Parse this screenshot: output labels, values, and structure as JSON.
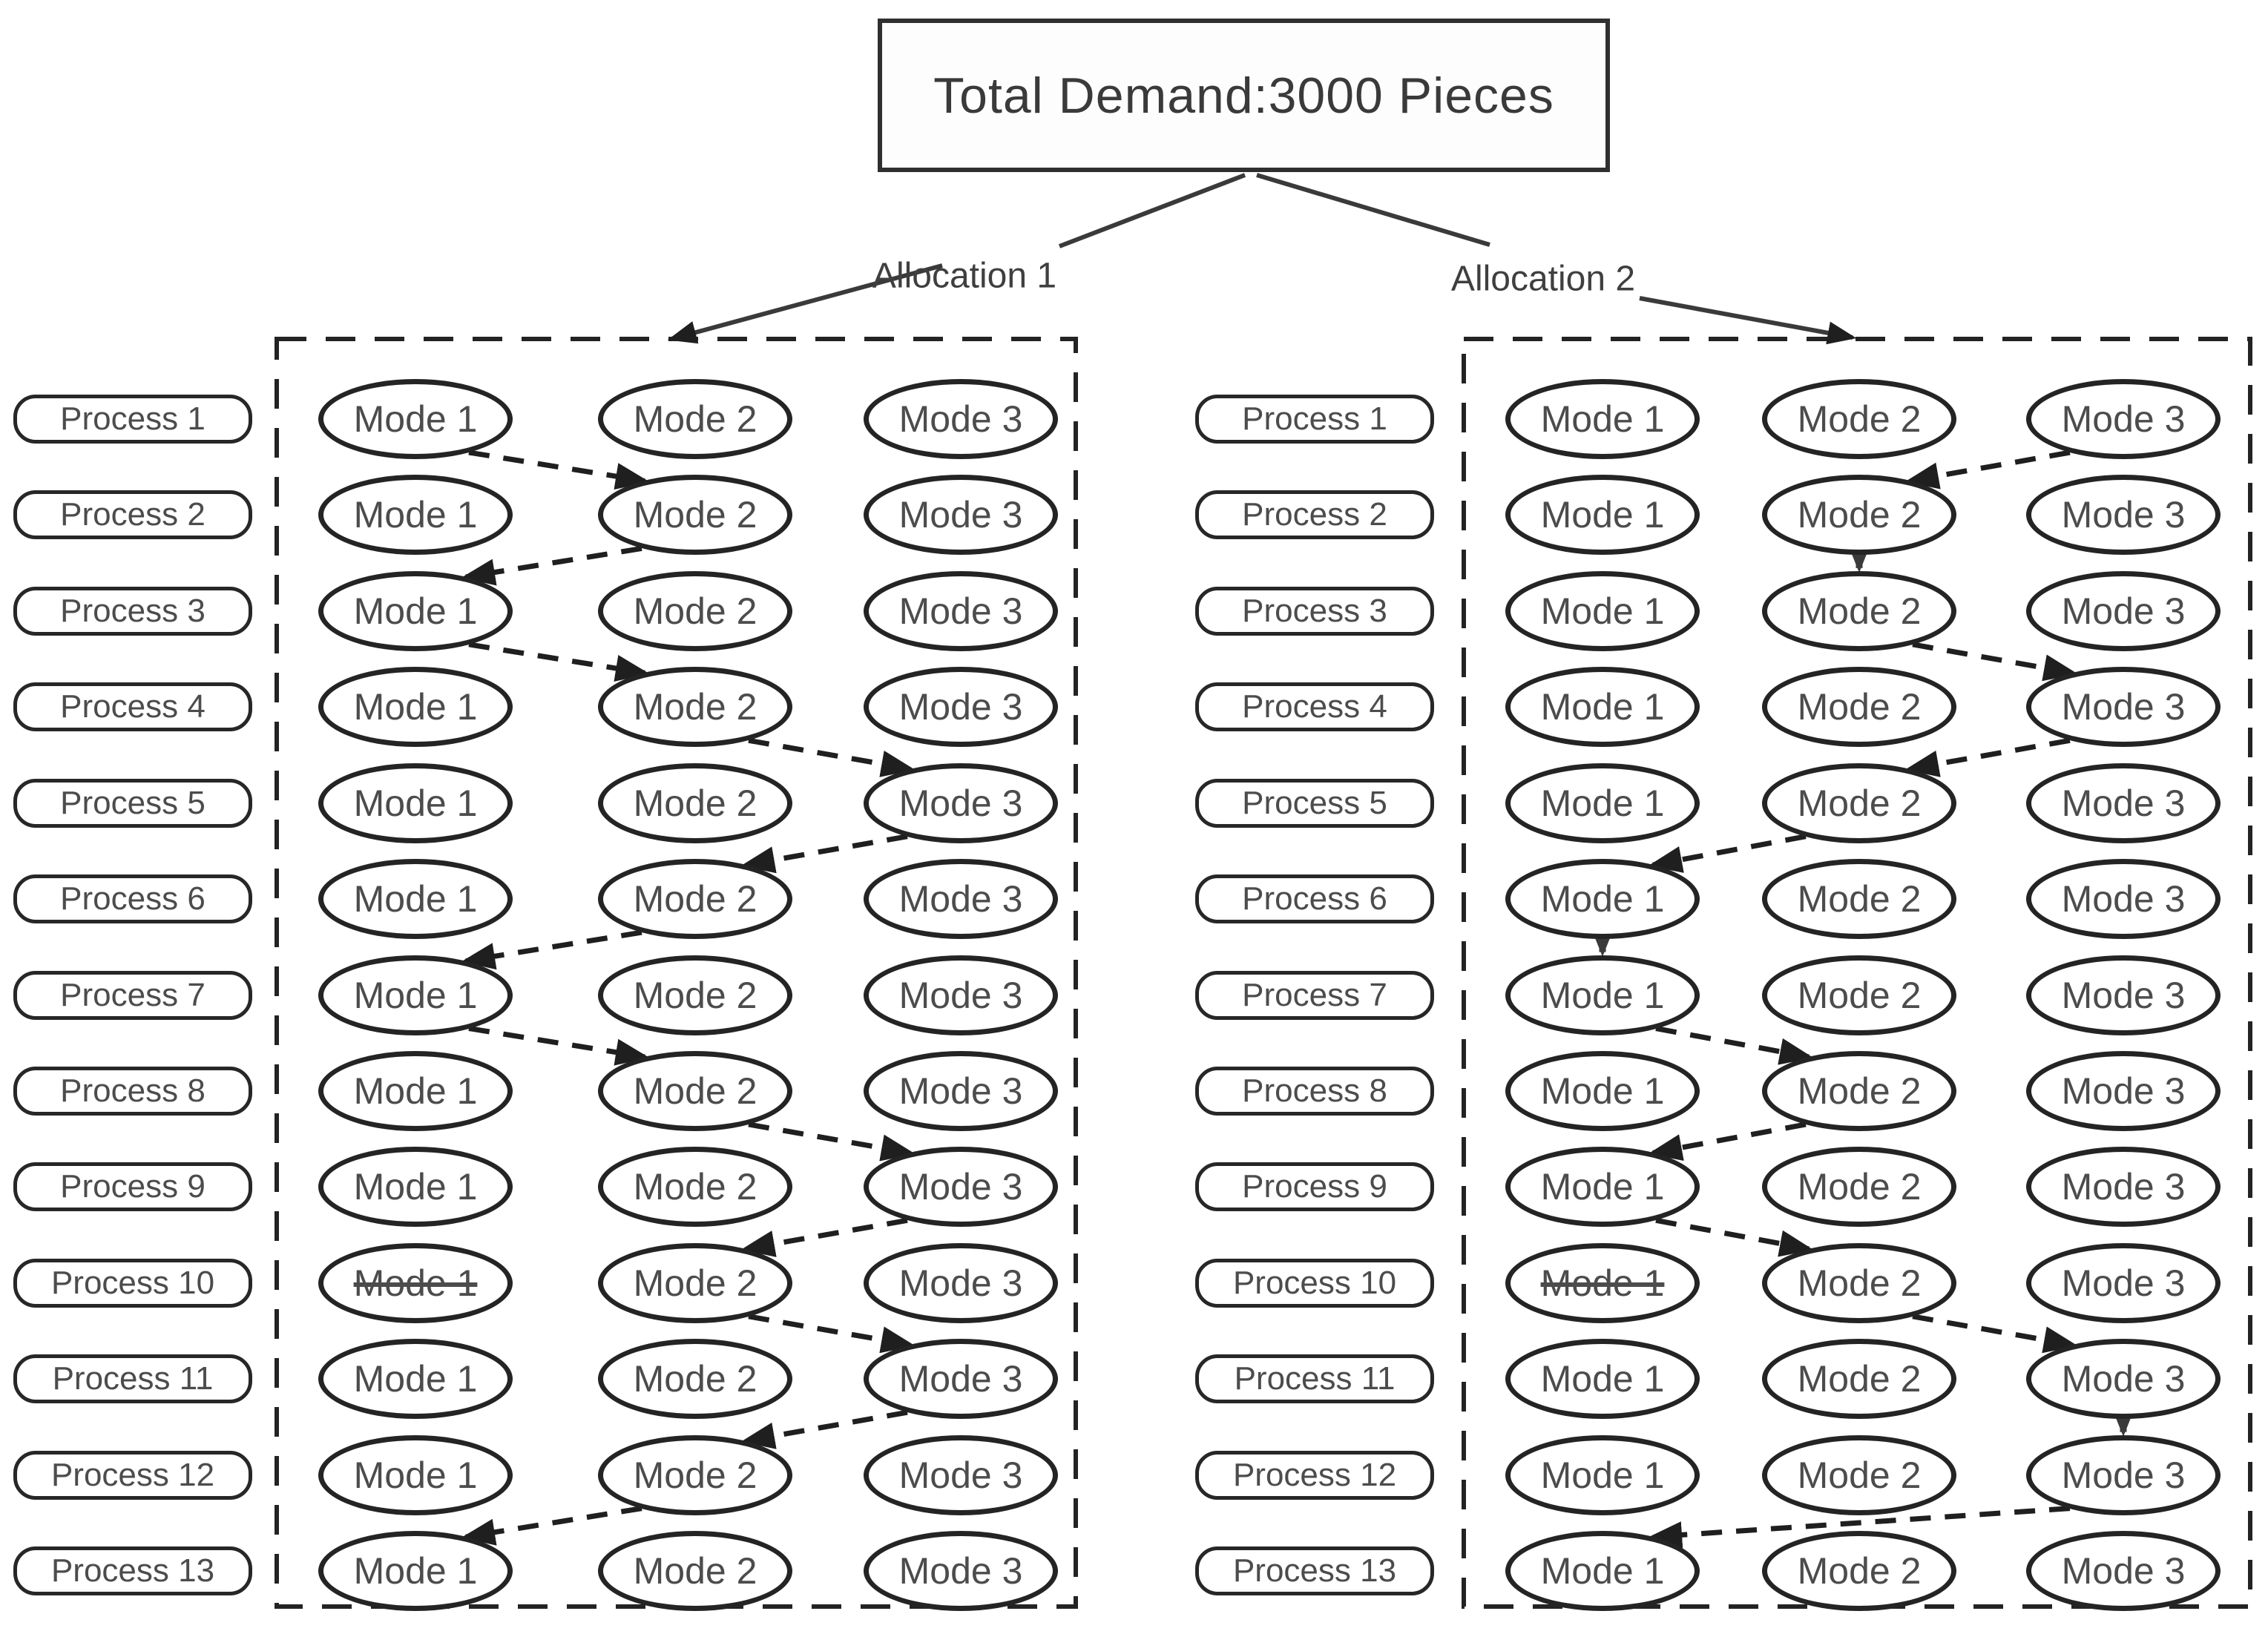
{
  "title": "Total Demand:3000 Pieces",
  "mode_labels": [
    "Mode 1",
    "Mode 2",
    "Mode 3"
  ],
  "process_labels": [
    "Process 1",
    "Process 2",
    "Process 3",
    "Process 4",
    "Process 5",
    "Process 6",
    "Process 7",
    "Process 8",
    "Process 9",
    "Process 10",
    "Process 11",
    "Process 12",
    "Process 13"
  ],
  "allocations": [
    {
      "label": "Allocation 1",
      "selected_modes_by_process": [
        1,
        2,
        1,
        2,
        3,
        2,
        1,
        2,
        3,
        2,
        3,
        2,
        1
      ],
      "struck_modes": [
        {
          "process": 10,
          "mode": 1
        }
      ]
    },
    {
      "label": "Allocation 2",
      "selected_modes_by_process": [
        3,
        2,
        2,
        3,
        2,
        1,
        1,
        2,
        1,
        2,
        3,
        3,
        1
      ],
      "struck_modes": [
        {
          "process": 10,
          "mode": 1
        }
      ]
    }
  ],
  "colors": {
    "ink": "#242424",
    "arrow": "#1f1f1f",
    "solid_arrow": "#3a3a3a",
    "text": "#4c4c4c",
    "background": "#ffffff"
  }
}
